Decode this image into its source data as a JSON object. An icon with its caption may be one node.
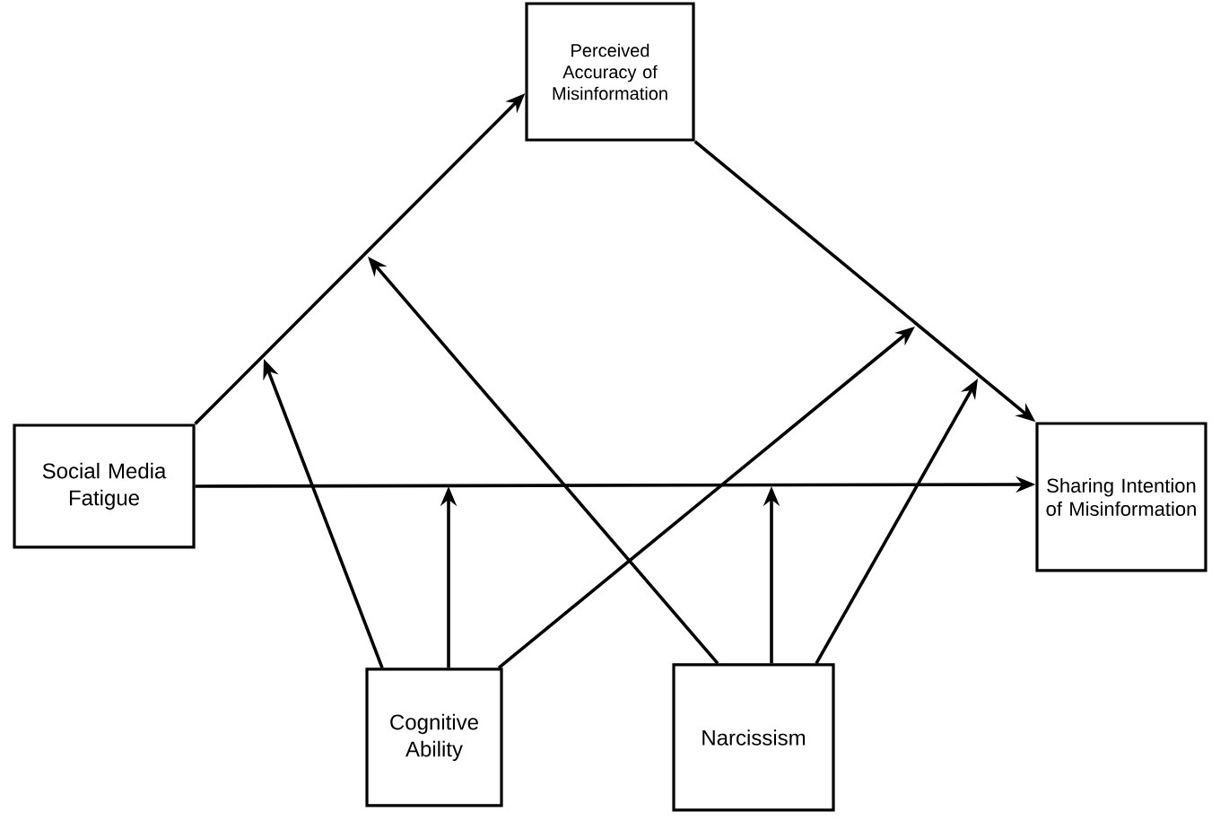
{
  "diagram": {
    "nodes": [
      {
        "text": [
          "Perceived Accuracy of Misinformation"
        ]
      },
      {
        "text": [
          "Social Media Fatigue"
        ]
      },
      {
        "text": [
          "Sharing Intention of Misinformation"
        ]
      },
      {
        "text": [
          "Cognitive Ability"
        ]
      },
      {
        "text": [
          "Narcissism"
        ]
      }
    ],
    "edges": [
      {
        "from": 1,
        "to": 0,
        "arrow": "to"
      },
      {
        "from": 0,
        "to": 2,
        "arrow": "to"
      },
      {
        "from": 1,
        "to": 2,
        "arrow": "to"
      },
      {
        "from": 3,
        "to": null,
        "arrow": "to"
      },
      {
        "from": 3,
        "to": null,
        "arrow": "to"
      },
      {
        "from": 3,
        "to": null,
        "arrow": "to"
      },
      {
        "from": 4,
        "to": null,
        "arrow": "to"
      },
      {
        "from": 4,
        "to": null,
        "arrow": "to"
      },
      {
        "from": 4,
        "to": null,
        "arrow": "to"
      }
    ]
  }
}
